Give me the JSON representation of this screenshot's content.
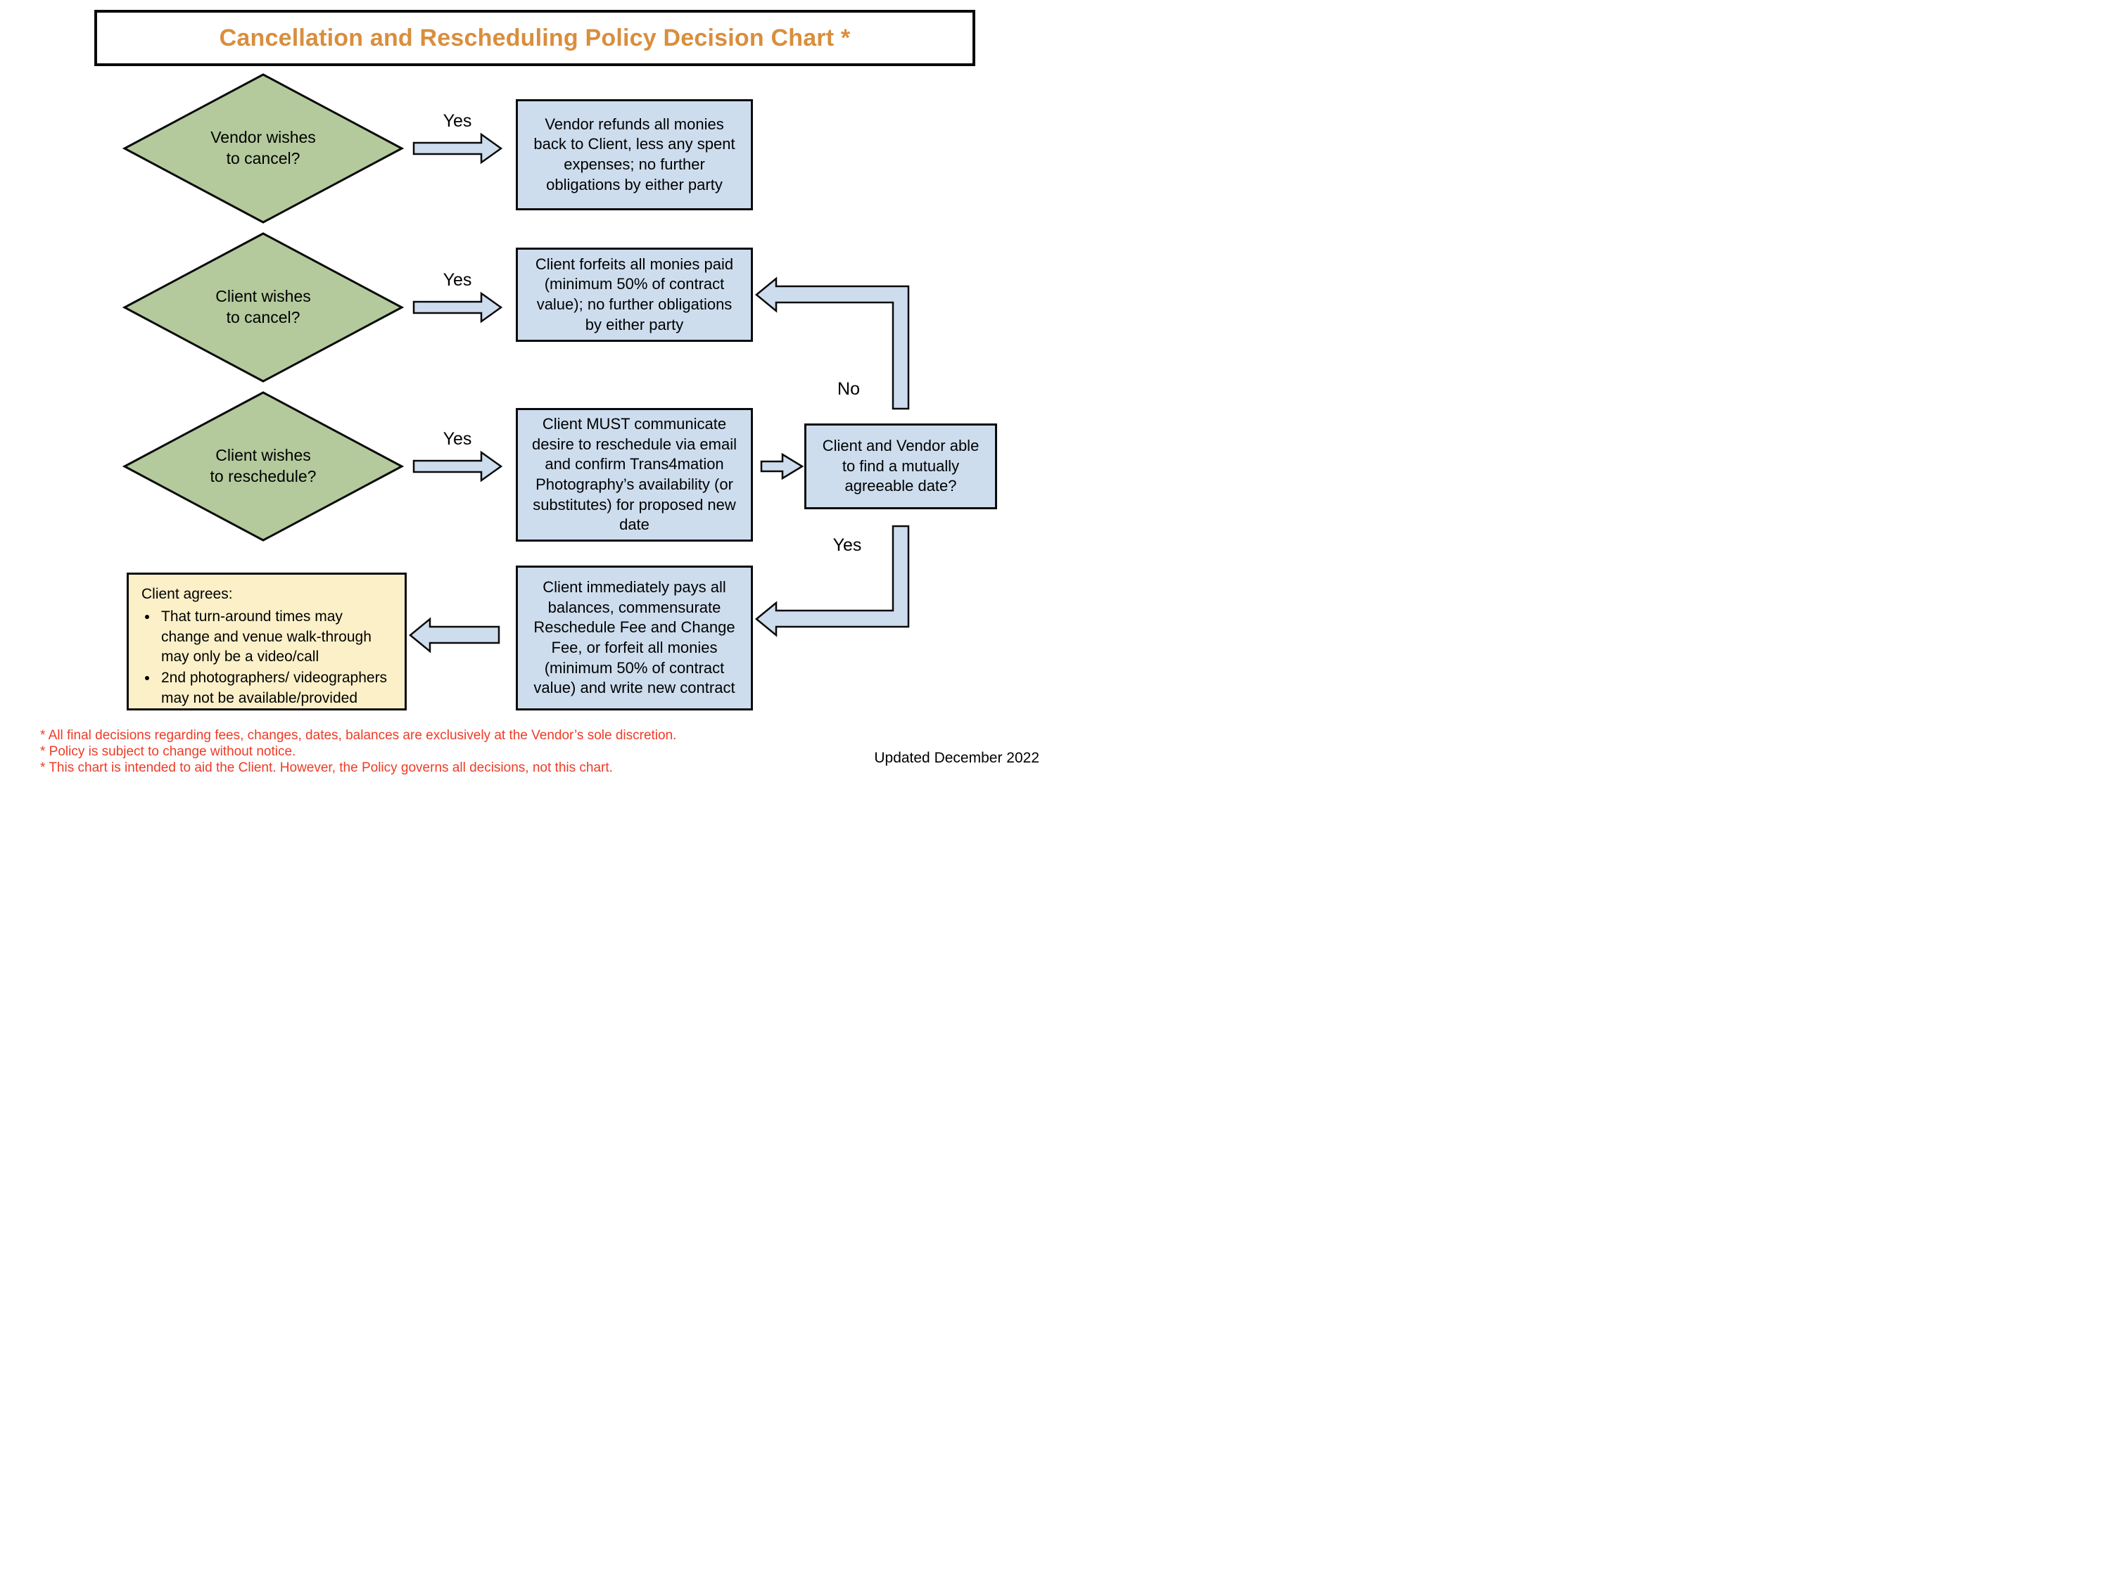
{
  "title": "Cancellation and Rescheduling Policy Decision Chart *",
  "colors": {
    "orange": "#d98e3d",
    "green": "#b4ca9d",
    "blue": "#cdddee",
    "yellow": "#fbf0c8",
    "red": "#ee3b26",
    "ink": "#0a0a0a"
  },
  "decisions": [
    {
      "line1": "Vendor wishes",
      "line2": "to cancel?"
    },
    {
      "line1": "Client wishes",
      "line2": "to cancel?"
    },
    {
      "line1": "Client wishes",
      "line2": "to reschedule?"
    }
  ],
  "outcomes": {
    "vendor_cancel": "Vendor refunds all monies back to Client, less any spent expenses; no further obligations by either party",
    "client_cancel": "Client forfeits all monies paid (minimum 50% of contract value); no further obligations by either party",
    "reschedule_request": "Client MUST communicate desire to reschedule via email and confirm Trans4mation Photography’s availability (or substitutes) for proposed new date",
    "agreeable_date_question": "Client and Vendor able to find a mutually agreeable date?",
    "pay_balances": "Client immediately pays all balances, commensurate Reschedule Fee and Change Fee, or forfeit all monies (minimum 50% of contract value) and write new contract"
  },
  "client_agrees": {
    "heading": "Client agrees:",
    "bullets": [
      "That turn-around times may change and venue walk-through may only be a video/call",
      "2nd photographers/ videographers may not be available/provided"
    ]
  },
  "labels": {
    "yes_row1": "Yes",
    "yes_row2": "Yes",
    "yes_row3": "Yes",
    "no_branch": "No",
    "yes_branch": "Yes"
  },
  "footnotes": [
    "* All final decisions regarding fees, changes, dates, balances are exclusively at the Vendor’s sole discretion.",
    "* Policy is subject to change without notice.",
    "* This chart is intended to aid the Client. However, the Policy governs all decisions, not this chart."
  ],
  "updated": "Updated December 2022"
}
